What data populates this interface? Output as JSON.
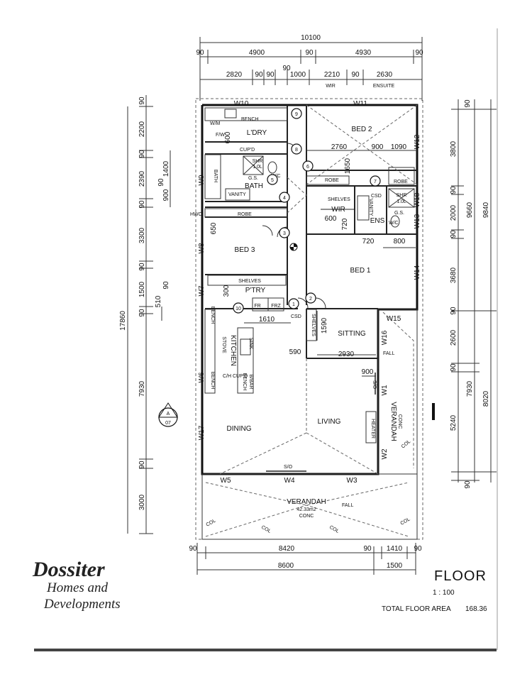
{
  "dimensions": {
    "overall_width": "10100",
    "top_row1": [
      "90",
      "4900",
      "90",
      "4930",
      "90"
    ],
    "top_row2": [
      "2820",
      "90",
      "90",
      "90",
      "1000",
      "2210",
      "90",
      "2630"
    ],
    "top_row2_tags": [
      "WIR",
      "ENSUITE"
    ],
    "left_outer": "17860",
    "left_col": [
      "90",
      "2200",
      "90",
      "2390",
      "90",
      "3300",
      "90",
      "1500",
      "90",
      "7930",
      "90",
      "3000"
    ],
    "left_inner": [
      "1400",
      "90",
      "900",
      "510",
      "90"
    ],
    "right_col1": [
      "90",
      "3800",
      "90",
      "2000",
      "90",
      "3680",
      "90",
      "2600",
      "90",
      "7930",
      "5240",
      "90"
    ],
    "right_col2": [
      "9660",
      "9840",
      "8020"
    ],
    "bottom_row1": [
      "90",
      "8420",
      "90",
      "1410",
      "90"
    ],
    "bottom_row2": [
      "8600",
      "1500"
    ],
    "interior": [
      "2760",
      "900",
      "1090",
      "1650",
      "600",
      "720",
      "720",
      "800",
      "650",
      "300",
      "1610",
      "1590",
      "2930",
      "590",
      "900",
      "600"
    ]
  },
  "rooms": {
    "laundry": "L'DRY",
    "bed2": "BED 2",
    "bath": "BATH",
    "bed3": "BED 3",
    "pantry": "P'TRY",
    "bed1": "BED 1",
    "wir": "WIR",
    "ens": "ENS",
    "sitting": "SITTING",
    "kitchen": "KITCHEN",
    "dining": "DINING",
    "living": "LIVING",
    "verandah_side": "VERANDAH",
    "verandah_side_sub": "CONC",
    "verandah_front": "VERANDAH",
    "verandah_area": "42.33m2",
    "verandah_conc": "CONC"
  },
  "fixtures": {
    "bench": "BENCH",
    "wm": "W/M",
    "fw": "F/W",
    "cupd": "CUP'D",
    "bath": "BATH",
    "shr": "SHR",
    "shr_sub": "1.0L",
    "wc": "W/C",
    "gs": "G.S.",
    "vanity": "VANITY",
    "robe": "ROBE",
    "shelves": "SHELVES",
    "csd": "CSD",
    "hwc": "HWC",
    "fr": "FR",
    "frz": "FRZ",
    "stove": "STOVE",
    "sink": "SINK",
    "ch_cupd": "C/H CUP'D",
    "bbar": "B/BAR",
    "so": "S/O",
    "heater": "HEATER",
    "fall": "FALL",
    "col": "COL"
  },
  "windows": [
    "W10",
    "W11",
    "W12",
    "W18",
    "W13",
    "W14",
    "W15",
    "W16",
    "W1",
    "W2",
    "W3",
    "W4",
    "W5",
    "W17",
    "W6",
    "W7",
    "W8",
    "W9"
  ],
  "doors": [
    "1",
    "2",
    "3",
    "4",
    "5",
    "6",
    "7",
    "8",
    "9",
    "10"
  ],
  "section_marker": {
    "letter": "A",
    "sheet": "07"
  },
  "title_block": {
    "title": "FLOOR",
    "scale": "1 : 100",
    "total_floor_area_label": "TOTAL FLOOR AREA",
    "total_floor_area_value": "168.36"
  },
  "logo": {
    "name": "Dossiter",
    "line2": "Homes and",
    "line3": "Developments"
  }
}
